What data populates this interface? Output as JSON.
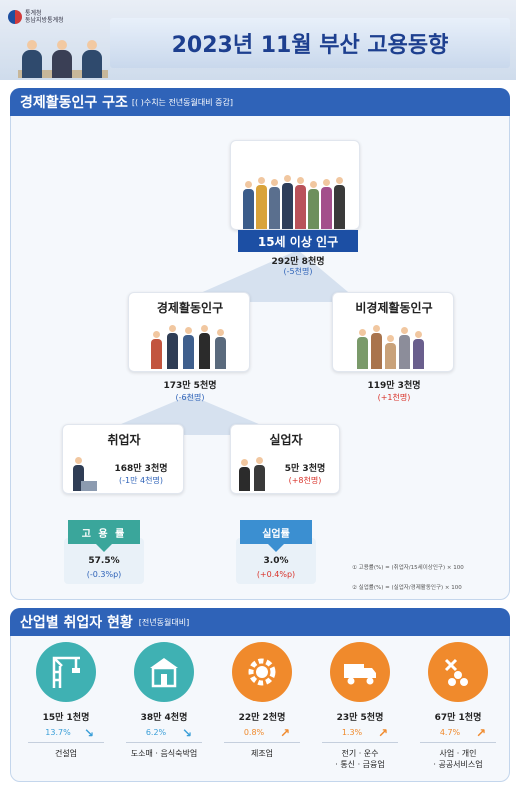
{
  "header": {
    "title": "2023년 11월 부산 고용동향",
    "logo_line1": "통계청",
    "logo_line2": "동남지방통계청"
  },
  "section1": {
    "title": "경제활동인구 구조",
    "subtitle": "[( )수치는 전년동월대비 증감]",
    "population": {
      "label": "15세 이상 인구",
      "value": "292만 8천명",
      "change": "(-5천명)"
    },
    "active": {
      "label": "경제활동인구",
      "value": "173만 5천명",
      "change": "(-6천명)"
    },
    "inactive": {
      "label": "비경제활동인구",
      "value": "119만 3천명",
      "change": "(+1천명)"
    },
    "employed": {
      "label": "취업자",
      "value": "168만 3천명",
      "change": "(-1만 4천명)"
    },
    "unemployed": {
      "label": "실업자",
      "value": "5만 3천명",
      "change": "(+8천명)"
    },
    "employment_rate": {
      "label": "고 용 률",
      "value": "57.5%",
      "change": "(-0.3%p)"
    },
    "unemployment_rate": {
      "label": "실업률",
      "value": "3.0%",
      "change": "(+0.4%p)"
    },
    "notes": [
      "① 고용률(%) = (취업자/15세이상인구) × 100",
      "② 실업률(%) = (실업자/경제활동인구) × 100"
    ]
  },
  "section2": {
    "title": "산업별 취업자 현황",
    "subtitle": "[전년동월대비]",
    "industries": [
      {
        "value": "15만 1천명",
        "change": "13.7%",
        "dir": "down",
        "name": "건설업",
        "color": "#3fb1b3",
        "icon": "crane-icon"
      },
      {
        "value": "38만 4천명",
        "change": "6.2%",
        "dir": "down",
        "name": "도소매 · 음식숙박업",
        "color": "#3fb1b3",
        "icon": "store-icon"
      },
      {
        "value": "22만 2천명",
        "change": "0.8%",
        "dir": "up",
        "name": "제조업",
        "color": "#f08a2c",
        "icon": "gear-icon"
      },
      {
        "value": "23만 5천명",
        "change": "1.3%",
        "dir": "up",
        "name": "전기 · 운수\n· 통신 · 금융업",
        "color": "#f08a2c",
        "icon": "truck-icon"
      },
      {
        "value": "67만 1천명",
        "change": "4.7%",
        "dir": "up",
        "name": "사업 · 개인\n· 공공서비스업",
        "color": "#f08a2c",
        "icon": "service-icon"
      }
    ],
    "colors": {
      "down": "#3b9fd8",
      "up": "#f08a2c"
    }
  }
}
